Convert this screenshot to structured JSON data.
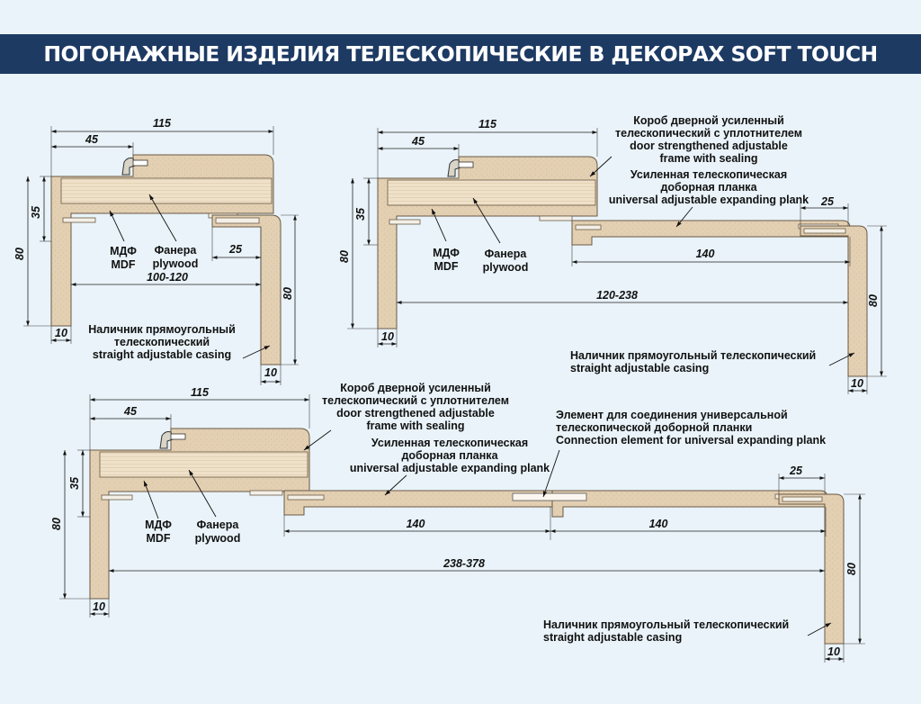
{
  "title": "ПОГОНАЖНЫЕ ИЗДЕЛИЯ ТЕЛЕСКОПИЧЕСКИЕ В ДЕКОРАХ SOFT TOUCH",
  "colors": {
    "title_bg": "#1d3a63",
    "background": "#e9f3f9",
    "mdf": "#e3cfb2",
    "plywood": "#efe1c9"
  },
  "diagram1": {
    "dims": {
      "width": "115",
      "groove": "45",
      "height_frame": "35",
      "height_total": "80",
      "casing_depth": "25",
      "range": "100-120",
      "thick_left": "10",
      "casing_height": "80",
      "thick_right": "10"
    },
    "labels": {
      "mdf_ru": "МДФ",
      "mdf_en": "MDF",
      "ply_ru": "Фанера",
      "ply_en": "plywood"
    },
    "casing_label": [
      "Наличник прямоугольный",
      "телескопический",
      "straight adjustable casing"
    ]
  },
  "diagram2": {
    "dims": {
      "width": "115",
      "groove": "45",
      "height_frame": "35",
      "height_total": "80",
      "casing_depth": "25",
      "plank": "140",
      "range": "120-238",
      "thick_left": "10",
      "casing_height": "80",
      "thick_right": "10"
    },
    "labels": {
      "mdf_ru": "МДФ",
      "mdf_en": "MDF",
      "ply_ru": "Фанера",
      "ply_en": "plywood"
    },
    "frame_label": [
      "Короб дверной усиленный",
      "телескопический с уплотнителем",
      "door strengthened adjustable",
      "frame with sealing"
    ],
    "plank_label": [
      "Усиленная телескопическая",
      "доборная планка",
      "universal adjustable expanding plank"
    ],
    "casing_label": [
      "Наличник прямоугольный телескопический",
      "straight adjustable casing"
    ]
  },
  "diagram3": {
    "dims": {
      "width": "115",
      "groove": "45",
      "height_frame": "35",
      "height_total": "80",
      "casing_depth": "25",
      "plank1": "140",
      "plank2": "140",
      "range": "238-378",
      "thick_left": "10",
      "casing_height": "80",
      "thick_right": "10"
    },
    "labels": {
      "mdf_ru": "МДФ",
      "mdf_en": "MDF",
      "ply_ru": "Фанера",
      "ply_en": "plywood"
    },
    "frame_label": [
      "Короб дверной усиленный",
      "телескопический с уплотнителем",
      "door strengthened adjustable",
      "frame with sealing"
    ],
    "plank_label": [
      "Усиленная телескопическая",
      "доборная планка",
      "universal adjustable expanding plank"
    ],
    "connector_label": [
      "Элемент для соединения универсальной",
      "телескопической доборной планки",
      "Connection element for universal expanding plank"
    ],
    "casing_label": [
      "Наличник прямоугольный телескопический",
      "straight adjustable casing"
    ]
  }
}
